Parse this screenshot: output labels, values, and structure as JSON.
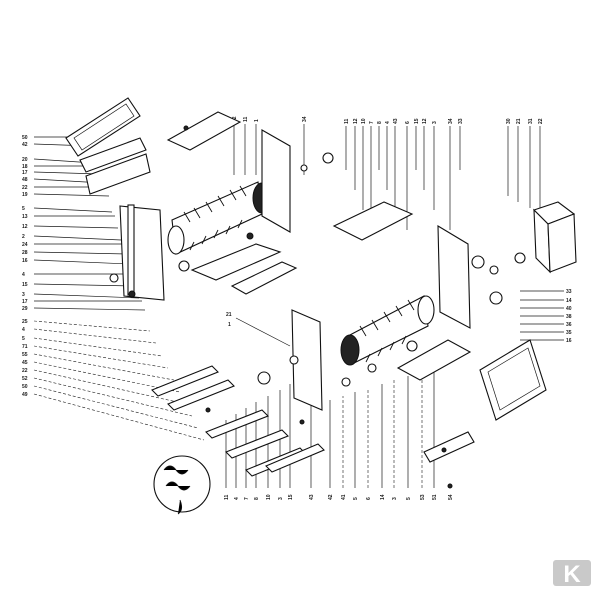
{
  "diagram": {
    "left_labels": [
      "50",
      "42",
      "20",
      "18",
      "17",
      "48",
      "22",
      "19",
      "5",
      "13",
      "12",
      "2",
      "24",
      "28",
      "16",
      "4",
      "15",
      "3",
      "17",
      "29"
    ],
    "left_lower_labels": [
      "25",
      "4",
      "5",
      "71",
      "55",
      "45",
      "22",
      "52",
      "50",
      "49"
    ],
    "top_left_group": [
      "32",
      "11",
      "1",
      "34"
    ],
    "top_center_group": [
      "11",
      "12",
      "10",
      "7",
      "8",
      "4",
      "43",
      "6",
      "15",
      "12",
      "3",
      "34",
      "33"
    ],
    "top_right_group": [
      "30",
      "21",
      "31",
      "22"
    ],
    "right_labels": [
      "33",
      "14",
      "40",
      "38",
      "36",
      "35",
      "16"
    ],
    "bottom_left_labels": [
      "11",
      "4",
      "7",
      "8",
      "10",
      "3",
      "15",
      "43"
    ],
    "bottom_center_labels": [
      "42",
      "41",
      "5",
      "6",
      "14",
      "3",
      "5",
      "53",
      "51"
    ],
    "misc_labels": [
      "21",
      "1",
      "54"
    ]
  },
  "logo": {
    "name": "k-logo",
    "color": "#c9c9c9",
    "text": "K"
  }
}
